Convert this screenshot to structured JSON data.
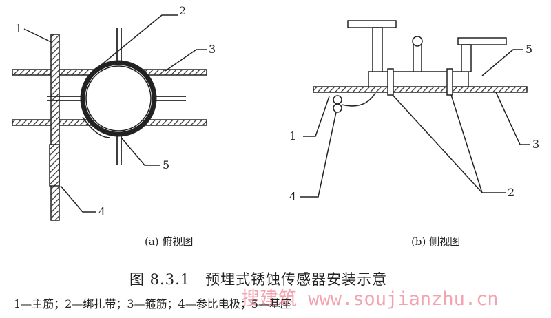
{
  "labels_top": {
    "l1": "1",
    "l2": "2",
    "l3": "3",
    "l4": "4",
    "l5": "5"
  },
  "labels_side": {
    "l1": "1",
    "l2": "2",
    "l3": "3",
    "l4": "4",
    "l5": "5"
  },
  "captions": {
    "a": "(a) 俯视图",
    "b": "(b) 侧视图"
  },
  "figure_title": "图 8.3.1　预埋式锈蚀传感器安装示意",
  "legend": "1—主筋；2—绑扎带；3—箍筋；4—参比电极；5—基座",
  "watermark": "搜建筑 www.soujianzhu.cn"
}
